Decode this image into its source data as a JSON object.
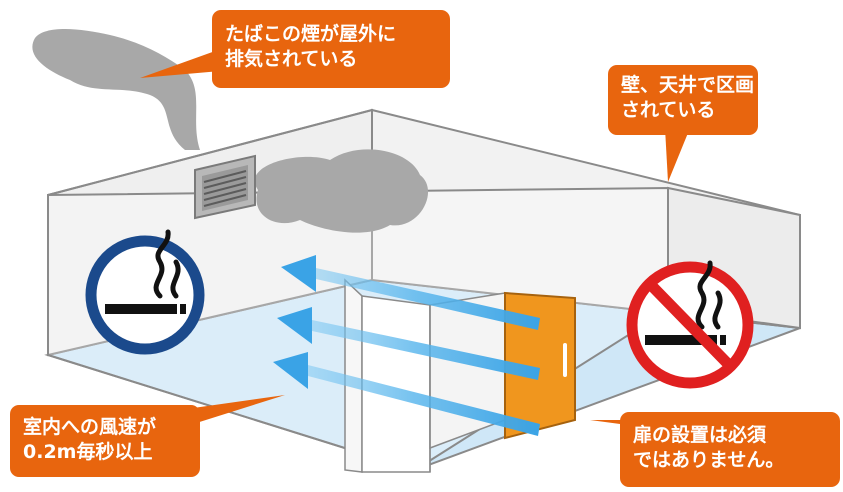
{
  "callouts": {
    "exhaust": {
      "line1": "たばこの煙が屋外に",
      "line2": "排気されている"
    },
    "walls": {
      "line1": "壁、天井で区画",
      "line2": "されている"
    },
    "airflow": {
      "line1": "室内への風速が",
      "line2": "0.2m毎秒以上"
    },
    "door": {
      "line1": "扉の設置は必須",
      "line2": "ではありません。"
    }
  },
  "colors": {
    "callout": "#e8650e",
    "smoking_sign": "#1b4a8c",
    "no_smoking_sign": "#e02020",
    "airflow_arrow": "#3aa3e6",
    "floor": "#cfe7f7",
    "door": "#f0961e",
    "smoke": "#a8a8a8"
  },
  "icons": {
    "smoking_area_sign": "smoking-allowed-icon",
    "non_smoking_sign": "no-smoking-icon",
    "vent": "exhaust-fan-icon",
    "smoke": "smoke-cloud-icon",
    "airflow": "arrow-left-icon"
  }
}
